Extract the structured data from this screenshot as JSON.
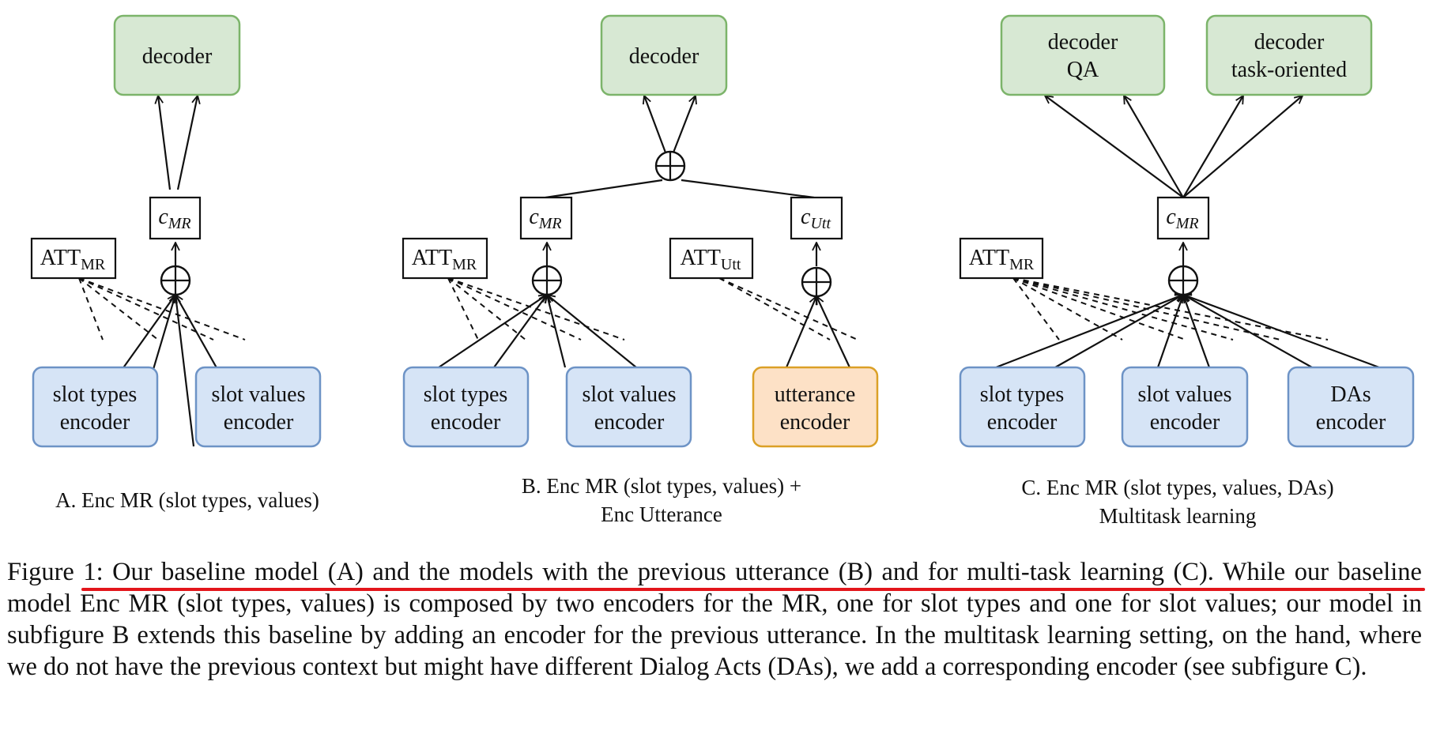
{
  "colors": {
    "decoder_fill": "#d7e8d3",
    "encoder_fill": "#d6e4f6",
    "utterance_fill": "#fde1c6",
    "annotation_underline": "#e3151b"
  },
  "panel_a": {
    "decoder": "decoder",
    "context": "c",
    "context_sub": "MR",
    "attention": "ATT",
    "attention_sub": "MR",
    "enc1_line1": "slot types",
    "enc1_line2": "encoder",
    "enc2_line1": "slot values",
    "enc2_line2": "encoder",
    "caption_line1": "A. Enc MR (slot types, values)"
  },
  "panel_b": {
    "decoder": "decoder",
    "context_mr": "c",
    "context_mr_sub": "MR",
    "context_utt": "c",
    "context_utt_sub": "Utt",
    "attention_mr": "ATT",
    "attention_mr_sub": "MR",
    "attention_utt": "ATT",
    "attention_utt_sub": "Utt",
    "enc1_line1": "slot types",
    "enc1_line2": "encoder",
    "enc2_line1": "slot values",
    "enc2_line2": "encoder",
    "enc3_line1": "utterance",
    "enc3_line2": "encoder",
    "caption_line1": "B. Enc MR (slot types, values) +",
    "caption_line2": "Enc Utterance"
  },
  "panel_c": {
    "decoder1_line1": "decoder",
    "decoder1_line2": "QA",
    "decoder2_line1": "decoder",
    "decoder2_line2": "task-oriented",
    "context": "c",
    "context_sub": "MR",
    "attention": "ATT",
    "attention_sub": "MR",
    "enc1_line1": "slot types",
    "enc1_line2": "encoder",
    "enc2_line1": "slot values",
    "enc2_line2": "encoder",
    "enc3_line1": "DAs",
    "enc3_line2": "encoder",
    "caption_line1": "C. Enc MR (slot types, values, DAs)",
    "caption_line2": "Multitask learning"
  },
  "caption": {
    "text": "Figure 1: Our baseline model (A) and the models with the previous utterance (B) and for multi-task learning (C). While our baseline model Enc MR (slot types, values) is composed by two encoders for the MR, one for slot types and one for slot values; our model in subfigure B extends this baseline by adding an encoder for the previous utterance. In the multitask learning setting, on the hand, where we do not have the previous context but might have different Dialog Acts (DAs), we add a corresponding encoder (see subfigure C)."
  }
}
